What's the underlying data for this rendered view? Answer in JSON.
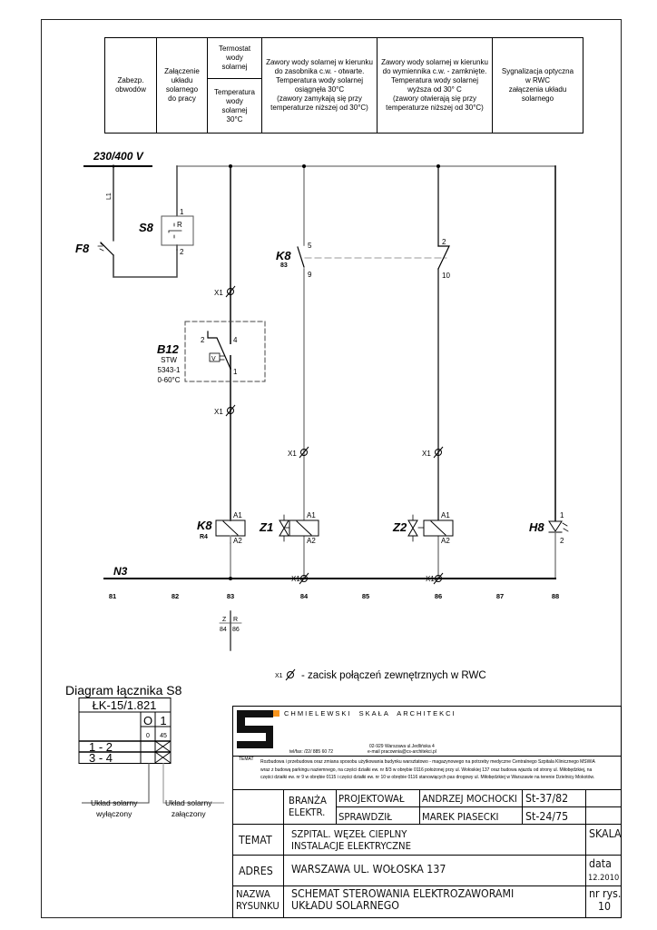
{
  "header_table": {
    "columns": [
      {
        "text": "Zabezp.\nobwodów"
      },
      {
        "text": "Załączenie\nukładu\nsolarnego\ndo pracy"
      },
      {
        "top": "Termostat\nwody\nsolarnej",
        "bottom": "Temperatura\nwody\nsolarnej\n30°C"
      },
      {
        "text": "Zawory  wody solarnej w kierunku\ndo zasobnika c.w. - otwarte.\nTemperatura wody solarnej\nosiągnęła 30°C\n(zawory zamykają się przy\ntemperaturze niższej od 30°C)"
      },
      {
        "text": "Zawory  wody solarnej w kierunku\ndo wymiennika c.w. - zamknięte.\nTemperatura wody solarnej\nwyższa od 30° C\n(zawory otwierają się przy\ntemperaturze niższej od 30°C)"
      },
      {
        "text": "Sygnalizacja optyczna\nw RWC\nzałączenia układu\nsolarnego"
      }
    ]
  },
  "schematic": {
    "supply_label": "230/400 V",
    "phase_label": "L1",
    "neutral_label": "N3",
    "components": {
      "F8": {
        "label": "F8"
      },
      "S8": {
        "label": "S8",
        "terminal_top": "1",
        "terminal_bottom": "2",
        "contact_label": "R"
      },
      "K8_contact": {
        "label": "K8",
        "sub": "83",
        "no_top": "5",
        "no_bottom": "9",
        "nc_top": "2",
        "nc_bottom": "10"
      },
      "B12": {
        "label": "B12",
        "type": "STW",
        "model": "5343-1",
        "range": "0-60°C",
        "t2": "2",
        "t4": "4",
        "t1": "1",
        "sensor": "V"
      },
      "K8_coil": {
        "label": "K8",
        "sub": "R4",
        "a1": "A1",
        "a2": "A2"
      },
      "Z1": {
        "label": "Z1",
        "a1": "A1",
        "a2": "A2"
      },
      "Z2": {
        "label": "Z2",
        "a1": "A1",
        "a2": "A2"
      },
      "H8": {
        "label": "H8",
        "t1": "1",
        "t2": "2"
      }
    },
    "terminal_label": "X1",
    "column_numbers": [
      "81",
      "82",
      "83",
      "84",
      "85",
      "86",
      "87",
      "88"
    ],
    "cross_ref": {
      "z": "Z",
      "r": "R",
      "z_val": "84",
      "r_val": "86"
    },
    "legend": "- zacisk połączeń zewnętrznych w RWC"
  },
  "switch_diagram": {
    "title": "Diagram łącznika S8",
    "model": "ŁK-15/1.821",
    "positions": [
      "O",
      "1"
    ],
    "angles": [
      "0",
      "45"
    ],
    "rows": [
      "1 - 2",
      "3 - 4"
    ],
    "label_off": "Układ solarny\nwyłączony",
    "label_on": "Układ solarny\nzałączony"
  },
  "title_block": {
    "company": "CHMIELEWSKI  SKAŁA  ARCHITEKCI",
    "brand_color": "#f7941d",
    "phone": "tel/fax: /22/ 885 60 72",
    "address": "02-929 Warszawa ul.Jedlińska 4",
    "email": "e-mail pracownia@cs-architekci.pl",
    "temat_small_label": "TEMAT",
    "temat_text": "Rozbudowa i przebudowa oraz zmiana sposobu użytkowania budynku warsztatowo - magazynowego na potrzeby medyczne Centralnego Szpitala Klinicznego MSWiA wraz z budową parkingu naziemnego, na części działki ew. nr 8/3 w obrębie 0116 położonej przy ul. Wołoskiej 137 oraz budowa wjazdu od strony ul. Miłobędzkiej, na części działki ew. nr 9 w obrębie 0115 i części działki ew. nr 10 w obrębie 0116 stanowiących pas drogowy ul. Miłobędzkiej w Warszawie na terenie Dzielnicy Mokotów.",
    "branza": "BRANŻA\nELEKTR.",
    "projektowal_label": "PROJEKTOWAŁ",
    "projektowal_name": "ANDRZEJ MOCHOCKI",
    "projektowal_lic": "St-37/82",
    "sprawdzil_label": "SPRAWDZIŁ",
    "sprawdzil_name": "MAREK PIASECKI",
    "sprawdzil_lic": "St-24/75",
    "temat_label": "TEMAT",
    "temat_value": "SZPITAL. WĘZEŁ CIEPLNY\nINSTALACJE ELEKTRYCZNE",
    "skala_label": "SKALA",
    "adres_label": "ADRES",
    "adres_value": "WARSZAWA UL. WOŁOSKA 137",
    "data_label": "data",
    "data_value": "12.2010",
    "nazwa_label": "NAZWA\nRYSUNKU",
    "nazwa_value": "SCHEMAT STEROWANIA ELEKTROZAWORAMI\nUKŁADU SOLARNEGO",
    "nr_label": "nr rys.",
    "nr_value": "10"
  }
}
